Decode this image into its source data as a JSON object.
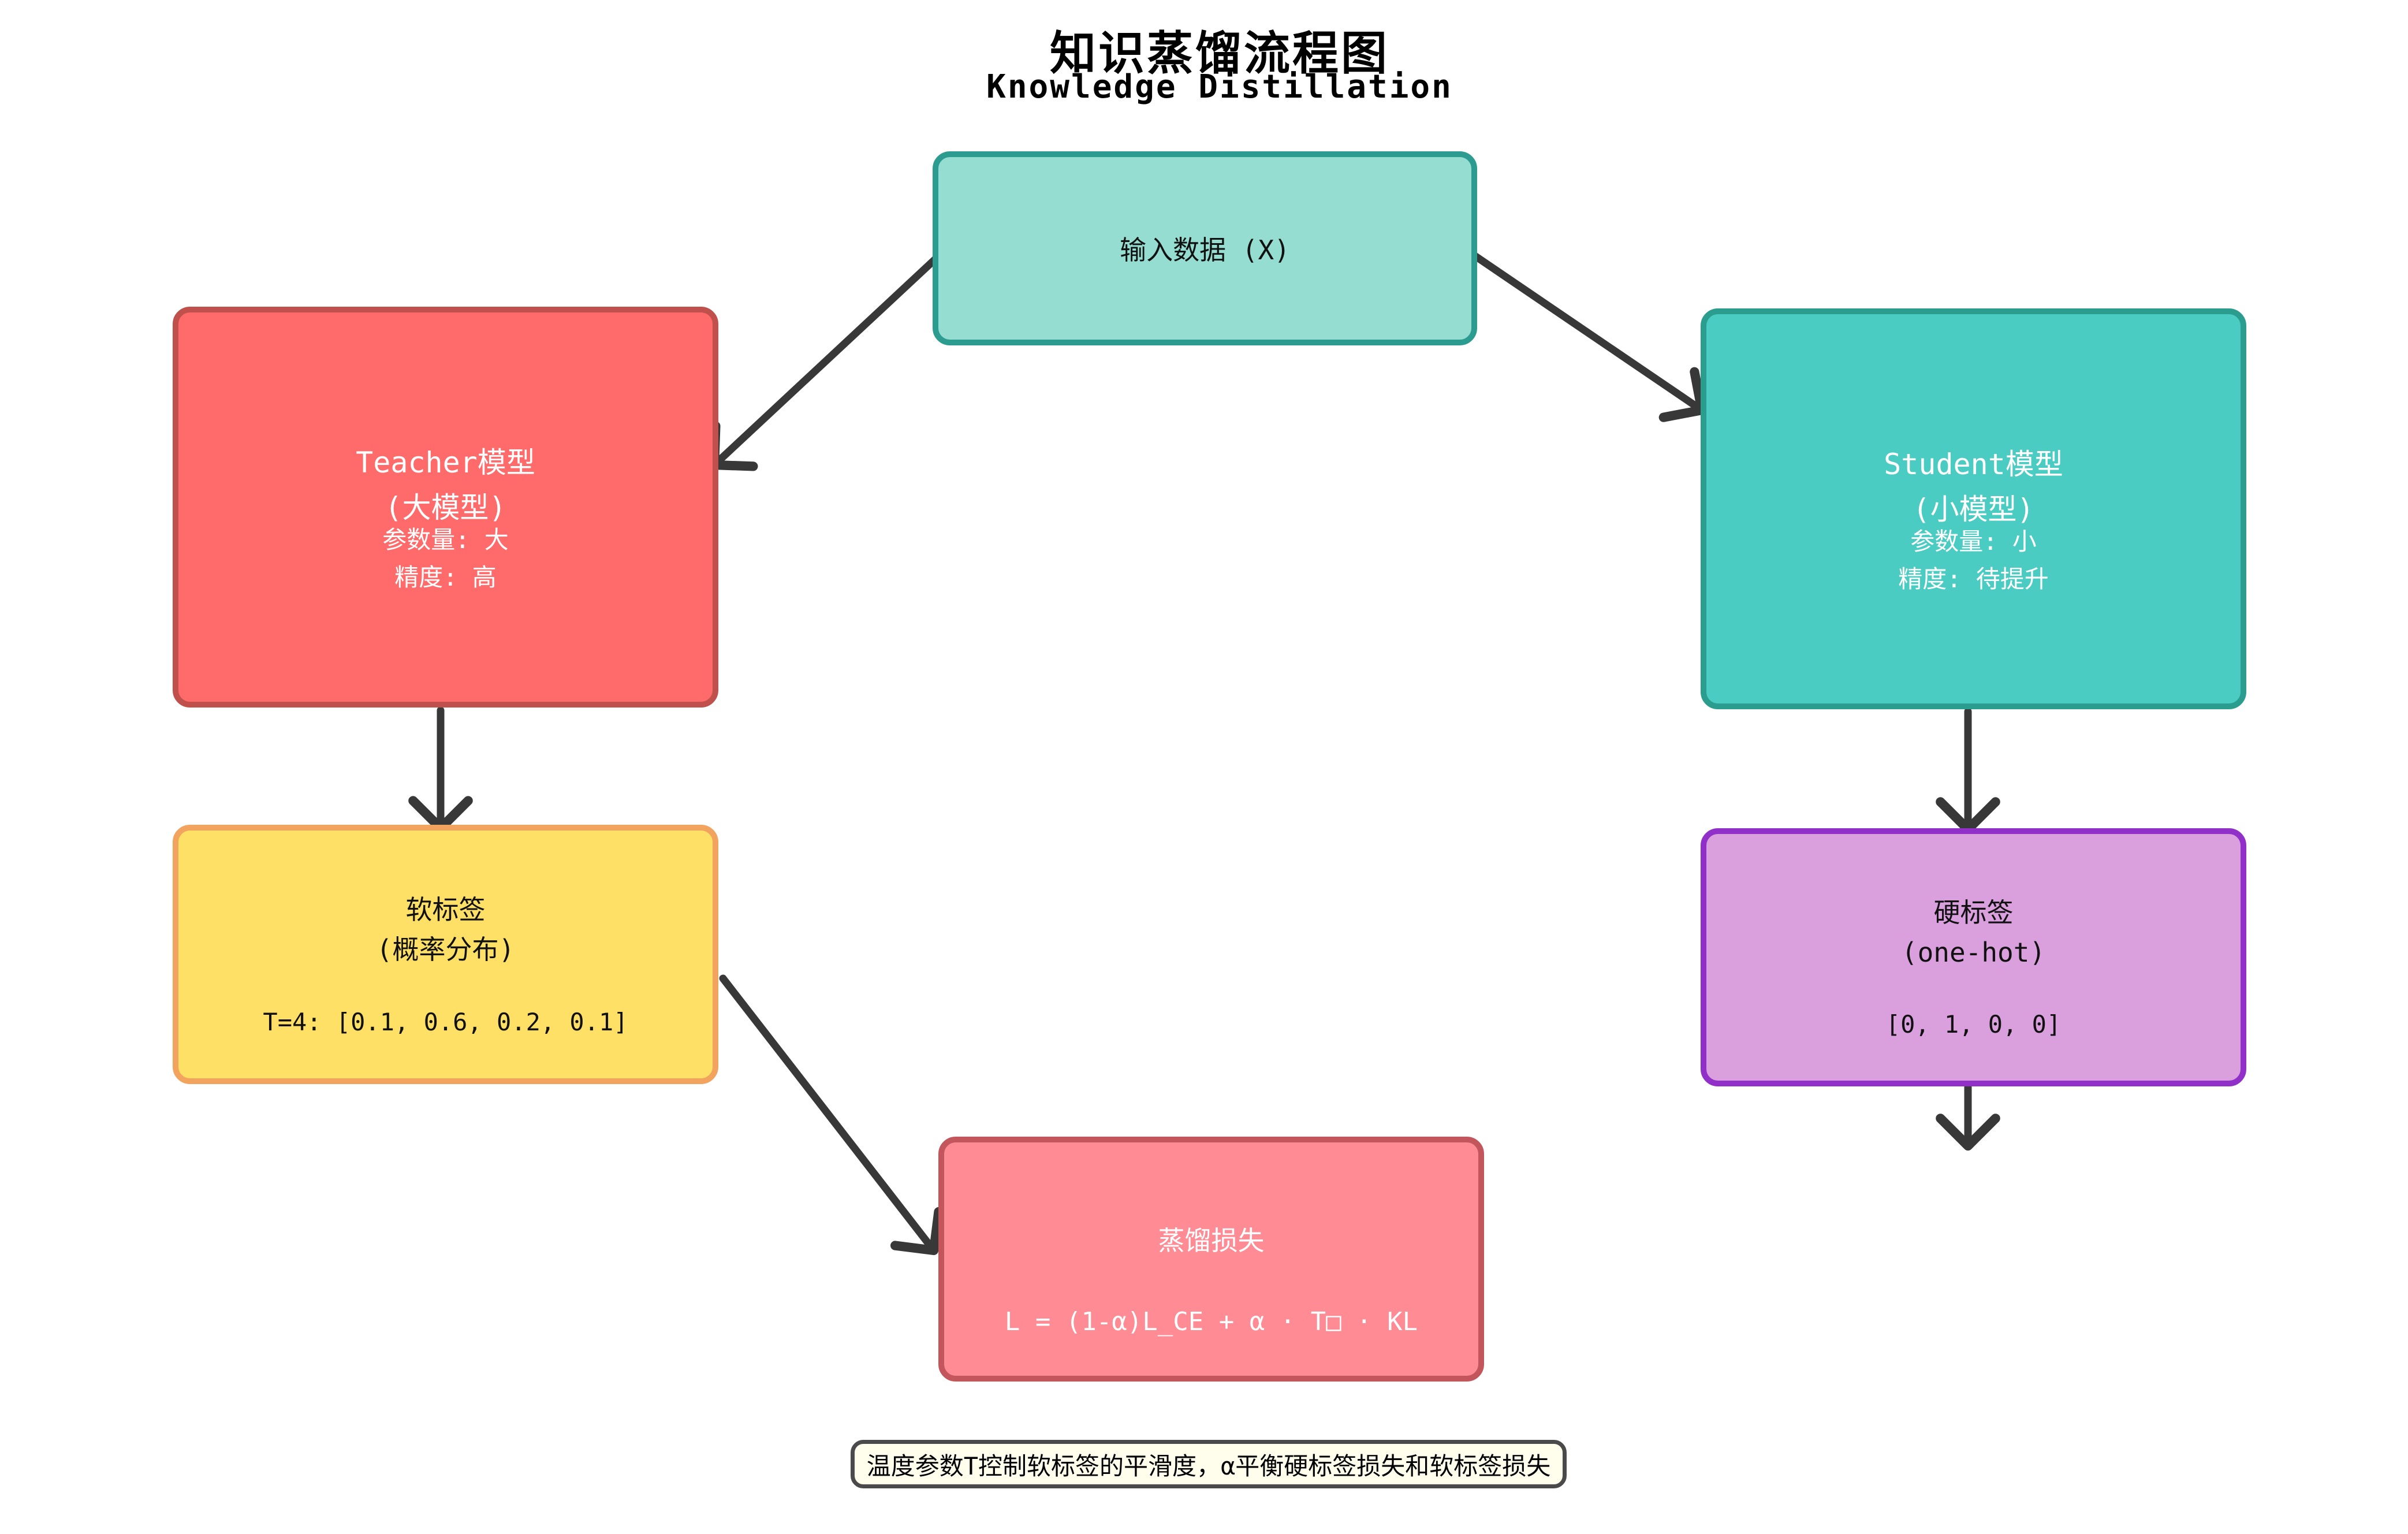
{
  "title": {
    "zh": "知识蒸馏流程图",
    "en": "Knowledge Distillation"
  },
  "nodes": {
    "input": {
      "label": "输入数据 (X)"
    },
    "teacher": {
      "title": "Teacher模型",
      "subtitle": "(大模型)",
      "info1": "参数量: 大",
      "info2": "精度: 高"
    },
    "student": {
      "title": "Student模型",
      "subtitle": "(小模型)",
      "info1": "参数量: 小",
      "info2": "精度: 待提升"
    },
    "soft": {
      "title": "软标签",
      "subtitle": "(概率分布)",
      "value": "T=4: [0.1, 0.6, 0.2, 0.1]"
    },
    "hard": {
      "title": "硬标签",
      "subtitle": "(one-hot)",
      "value": "[0, 1, 0, 0]"
    },
    "loss": {
      "title": "蒸馏损失",
      "formula": "L = (1-α)L_CE + α · T□ · KL"
    }
  },
  "note": {
    "text": "温度参数T控制软标签的平滑度，α平衡硬标签损失和软标签损失"
  },
  "colors": {
    "input_fill": "#96DDD1",
    "input_border": "#2C9C90",
    "teacher_fill": "#FF6B6B",
    "teacher_border": "#C0504B",
    "student_fill": "#4BCCC2",
    "student_border": "#2A9D8F",
    "soft_fill": "#FFE066",
    "soft_border": "#F2A45F",
    "hard_fill": "#D9A0DD",
    "hard_border": "#9130C9",
    "loss_fill": "#FF8B94",
    "loss_border": "#C3555C",
    "note_fill": "#FFFDEB",
    "note_border": "#4A4A4A",
    "arrow": "#383838",
    "title_text": "#000000"
  }
}
